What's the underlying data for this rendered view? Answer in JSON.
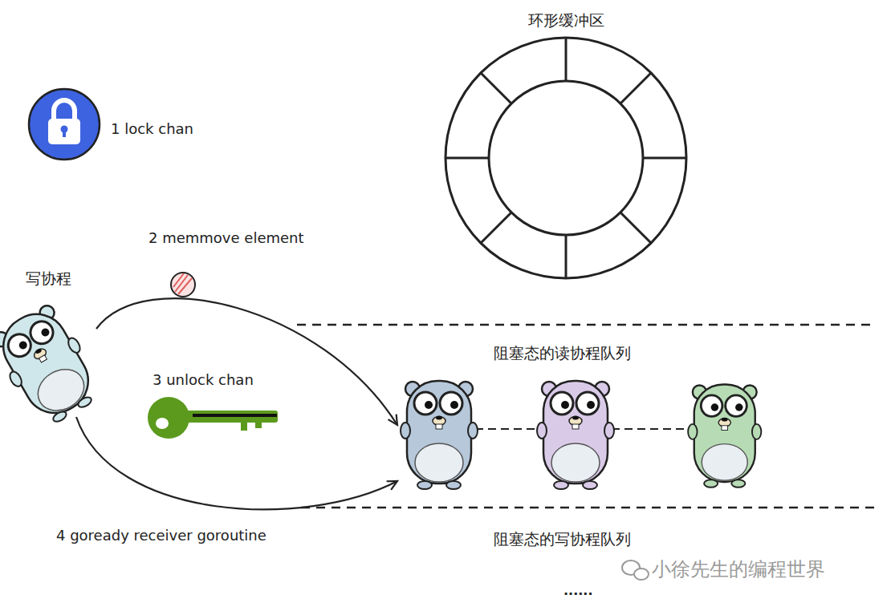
{
  "diagram": {
    "nodes": [
      {
        "text": [
          "环形缓冲区"
        ]
      },
      {
        "text": [
          "写协程"
        ]
      },
      {
        "text": [
          "阻塞态的读协程队列"
        ]
      },
      {
        "text": [
          "阻塞态的写协程队列"
        ]
      }
    ],
    "edges": [
      {
        "from": 1,
        "to": 2,
        "label": "2 memmove element",
        "arrow": "to"
      },
      {
        "from": 1,
        "to": 2,
        "label": "4 goready receiver goroutine",
        "arrow": "to"
      }
    ],
    "labels": [
      "1 lock chan",
      "3 unlock chan",
      "......",
      "小徐先生的编程世界"
    ]
  }
}
